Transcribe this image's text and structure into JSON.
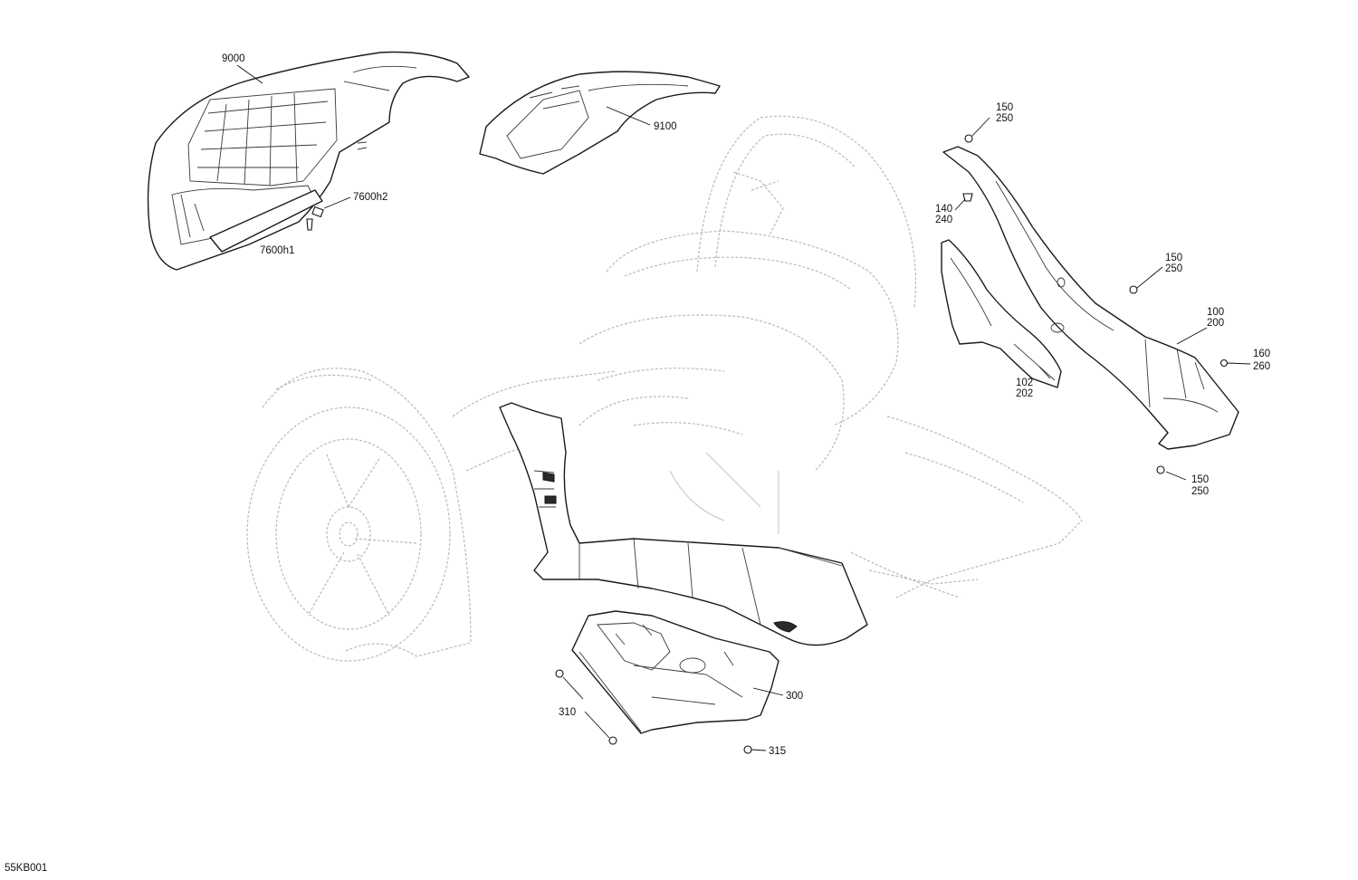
{
  "diagram_code": "55KB001",
  "callouts": {
    "c9000": "9000",
    "c9100": "9100",
    "c7600h2": "7600h2",
    "c7600h1": "7600h1",
    "c150a": "150",
    "c250a": "250",
    "c140": "140",
    "c240": "240",
    "c150b": "150",
    "c250b": "250",
    "c100": "100",
    "c200": "200",
    "c160": "160",
    "c260": "260",
    "c102": "102",
    "c202": "202",
    "c150c": "150",
    "c250c": "250",
    "c300": "300",
    "c310": "310",
    "c315": "315"
  }
}
